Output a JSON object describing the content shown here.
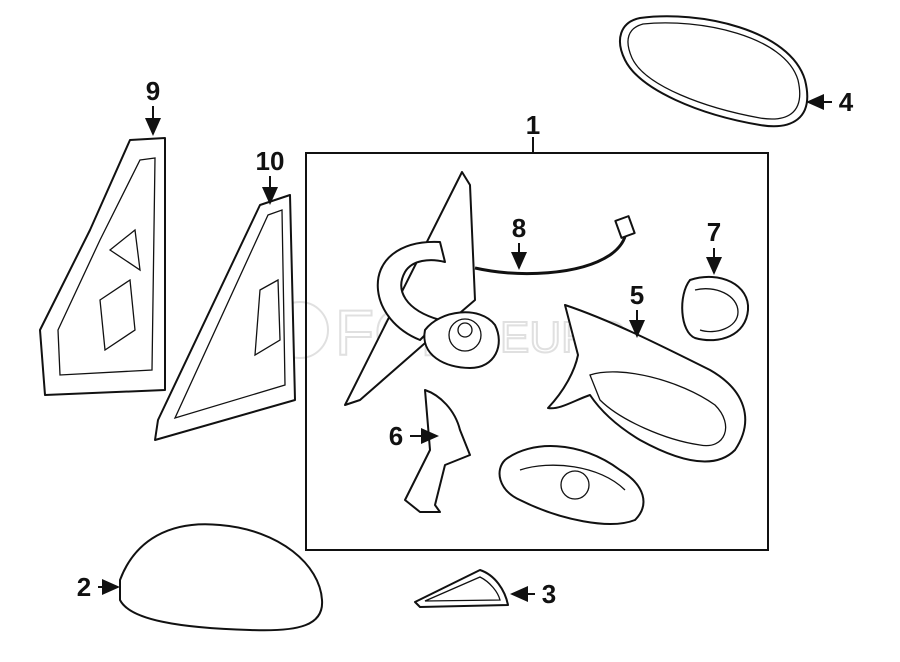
{
  "diagram": {
    "watermark": {
      "brand": "FCP",
      "suffix": "EURO",
      "mark": "®"
    },
    "callouts": [
      {
        "id": "1",
        "label": "1",
        "part": "mirror-assembly"
      },
      {
        "id": "2",
        "label": "2",
        "part": "mirror-cover"
      },
      {
        "id": "3",
        "label": "3",
        "part": "trim-piece"
      },
      {
        "id": "4",
        "label": "4",
        "part": "mirror-glass"
      },
      {
        "id": "5",
        "label": "5",
        "part": "mirror-housing"
      },
      {
        "id": "6",
        "label": "6",
        "part": "bracket"
      },
      {
        "id": "7",
        "label": "7",
        "part": "mirror-motor"
      },
      {
        "id": "8",
        "label": "8",
        "part": "wiring-harness"
      },
      {
        "id": "9",
        "label": "9",
        "part": "inner-trim-panel"
      },
      {
        "id": "10",
        "label": "10",
        "part": "sail-panel"
      }
    ]
  }
}
